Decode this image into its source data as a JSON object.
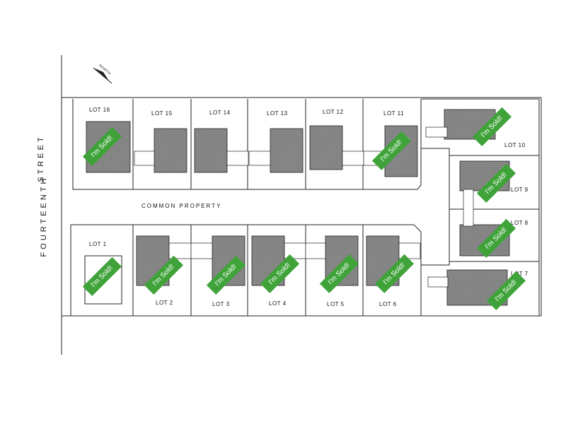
{
  "street": "FOURTEENTH STREET",
  "street_words": [
    "FOURTEENTH",
    "STREET"
  ],
  "north": "NORTH",
  "common_property": "COMMON PROPERTY",
  "sold_label": "I'm Sold!",
  "lots": {
    "lot1": "LOT 1",
    "lot2": "LOT 2",
    "lot3": "LOT 3",
    "lot4": "LOT 4",
    "lot5": "LOT 5",
    "lot6": "LOT 6",
    "lot7": "LOT 7",
    "lot8": "LOT 8",
    "lot9": "LOT 9",
    "lot10": "LOT 10",
    "lot11": "LOT 11",
    "lot12": "LOT 12",
    "lot13": "LOT 13",
    "lot14": "LOT 14",
    "lot15": "LOT 15",
    "lot16": "LOT 16"
  },
  "colors": {
    "sold_badge": "#3fa33a",
    "line": "#222222"
  }
}
